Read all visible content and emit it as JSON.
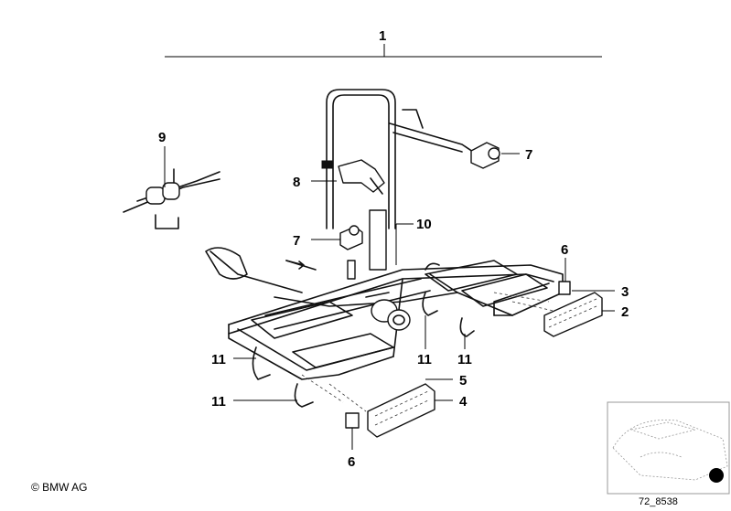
{
  "callouts": {
    "c1": "1",
    "c2": "2",
    "c3": "3",
    "c4": "4",
    "c5": "5",
    "c6a": "6",
    "c6b": "6",
    "c7a": "7",
    "c7b": "7",
    "c8": "8",
    "c9": "9",
    "c10": "10",
    "c11a": "11",
    "c11b": "11",
    "c11c": "11",
    "c11d": "11"
  },
  "footer": {
    "copyright": "© BMW AG",
    "diagram_code": "72_8538"
  },
  "icons": {
    "thumbnail": "car-thumbnail-icon",
    "location": "location-dot-icon"
  }
}
